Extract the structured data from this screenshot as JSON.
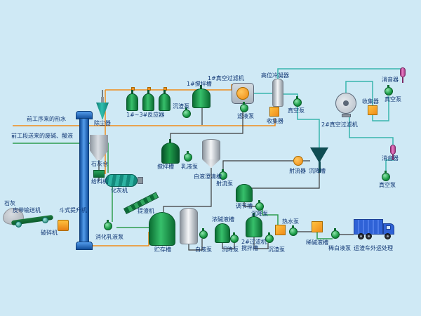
{
  "diagram": {
    "background_color": "#cfe9f5",
    "inlets": {
      "hot_water": "前工序来的热水",
      "waste_liquor": "前工段送来的废碱、酸液",
      "lime": "石灰"
    },
    "lime_handling": {
      "belt_conveyor": "皮带输送机",
      "crusher": "破碎机",
      "bucket_elevator": "斗式提升机",
      "dust_collector": "除尘器",
      "lime_silo": "石灰仓",
      "feeder": "给料机",
      "lime_slaker": "化灰机",
      "digestion_emulsion_pump": "消化乳液泵",
      "slag_extractor": "提渣机"
    },
    "reaction": {
      "reactors": "1#~3#反应器",
      "mixing_tank_1": "1#搅拌槽",
      "sediment_pump": "沉渣泵",
      "mixing_tank": "搅拌槽",
      "emulsion_pump": "乳液泵"
    },
    "filtration": {
      "vacuum_filter_1": "1#真空过滤机",
      "high_level_condenser": "高位冷凝器",
      "filtrate_pump": "滤液泵",
      "collector_1": "收集器",
      "vacuum_pump_1": "真空泵",
      "vacuum_filter_2": "2#真空过滤机",
      "collector_2": "收集器",
      "vacuum_pump_2": "真空泵",
      "muffler_1": "消音器"
    },
    "clarification": {
      "white_liquor_clarifier": "白液澄清槽",
      "jet_pump": "射流泵",
      "jet_device": "射流器",
      "settling_tank": "沉降槽",
      "muffler_2": "消音器",
      "vacuum_pump_3": "真空泵",
      "regulating_tank": "调节槽",
      "settling_pump_1": "沉降泵"
    },
    "storage": {
      "storage_tank": "贮存槽",
      "concentrated_alkali_tank": "浓碱液槽",
      "white_liquor_pump": "白液泵",
      "settling_pump_2": "沉降泵",
      "filter2_mixing_tank_line1": "2#过滤机",
      "filter2_mixing_tank_line2": "搅拌槽",
      "sediment_pump_2": "沉渣泵",
      "hot_water_pump": "热水泵",
      "dilute_alkali_tank": "稀碱液槽",
      "dilute_white_liquor_pump": "稀白液泵",
      "slag_truck": "运渣车外运处理"
    },
    "colors": {
      "background": "#cfe9f5",
      "tank_green": "#1f9e4a",
      "pipe_orange": "#f08c1a",
      "pipe_green": "#2f9e4f",
      "pipe_teal": "#38b6ad",
      "pipe_dark": "#3a3a3a",
      "elevator_blue": "#2a6fd0",
      "collector_orange": "#f5a02a",
      "muffler_magenta": "#cf4fa3",
      "truck_blue": "#2f62d6"
    }
  }
}
